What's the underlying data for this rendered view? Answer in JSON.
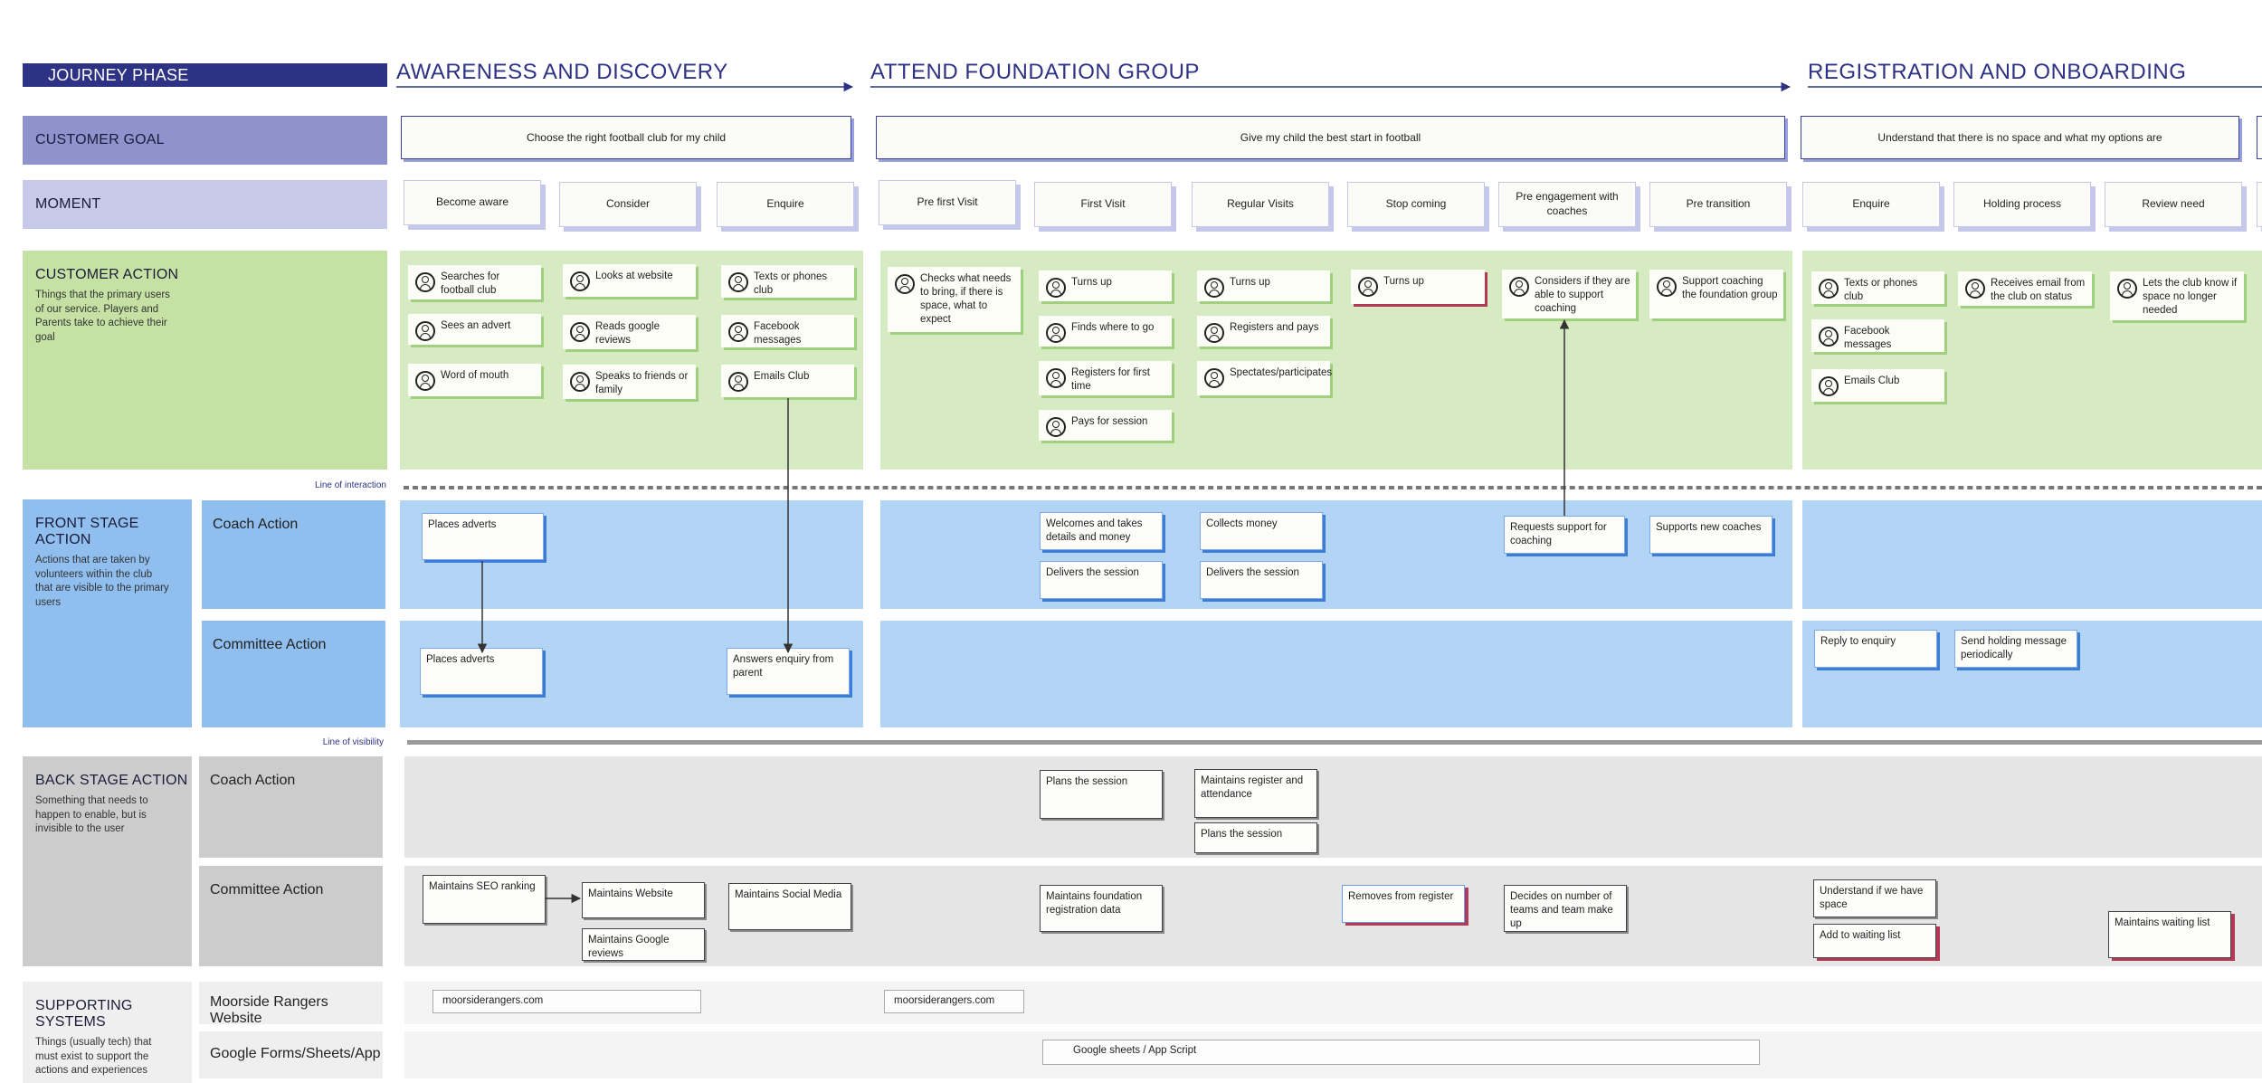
{
  "header": {
    "journey_phase": "JOURNEY PHASE"
  },
  "phases": [
    {
      "title": "AWARENESS AND DISCOVERY"
    },
    {
      "title": "ATTEND FOUNDATION GROUP"
    },
    {
      "title": "REGISTRATION AND ONBOARDING"
    }
  ],
  "rows": {
    "customer_goal": {
      "title": "CUSTOMER GOAL"
    },
    "moment": {
      "title": "MOMENT"
    },
    "customer_action": {
      "title": "CUSTOMER ACTION",
      "desc": "Things that the primary users of our service.  Players and Parents take to achieve their goal"
    },
    "front_stage": {
      "title": "FRONT STAGE ACTION",
      "desc": "Actions that are taken by volunteers within the club that are visible to the primary users",
      "sub1": "Coach Action",
      "sub2": "Committee Action"
    },
    "back_stage": {
      "title": "BACK STAGE ACTION",
      "desc": "Something that needs to happen to enable, but is invisible to the user",
      "sub1": "Coach Action",
      "sub2": "Committee Action"
    },
    "supporting": {
      "title": "SUPPORTING SYSTEMS",
      "desc": "Things (usually tech) that must exist to support the actions and experiences",
      "sub1": "Moorside Rangers Website",
      "sub2": "Google Forms/Sheets/App"
    }
  },
  "lines": {
    "interaction": "Line of interaction",
    "visibility": "Line of visibility"
  },
  "goals": [
    "Choose the right football club for my child",
    "Give my child the best start in football",
    "Understand that there is no space and what my options are"
  ],
  "moments": [
    "Become aware",
    "Consider",
    "Enquire",
    "Pre first Visit",
    "First Visit",
    "Regular Visits",
    "Stop coming",
    "Pre engagement with coaches",
    "Pre transition",
    "Enquire",
    "Holding process",
    "Review need"
  ],
  "customer_actions": {
    "become_aware": [
      "Searches for football club",
      "Sees an advert",
      "Word of mouth"
    ],
    "consider": [
      "Looks at website",
      "Reads google reviews",
      "Speaks to friends or family"
    ],
    "enquire": [
      "Texts or phones club",
      "Facebook messages",
      "Emails Club"
    ],
    "pre_first_visit": [
      "Checks what needs to bring, if there is space, what to expect"
    ],
    "first_visit": [
      "Turns up",
      "Finds where to go",
      "Registers for first time",
      "Pays for session"
    ],
    "regular_visits": [
      "Turns up",
      "Registers and pays",
      "Spectates/participates"
    ],
    "stop_coming": [
      "Turns up"
    ],
    "pre_engagement": [
      "Considers if they are able to support coaching"
    ],
    "pre_transition": [
      "Support coaching the foundation group"
    ],
    "enquire2": [
      "Texts or phones club",
      "Facebook messages",
      "Emails Club"
    ],
    "holding": [
      "Receives email from the club on status"
    ],
    "review": [
      "Lets the club know if space no longer needed"
    ]
  },
  "front_coach": [
    "Places adverts",
    "Welcomes and takes details and money",
    "Delivers the session",
    "Collects money",
    "Delivers the session",
    "Requests support for coaching",
    "Supports new coaches"
  ],
  "front_committee": [
    "Places adverts",
    "Answers enquiry from parent",
    "Reply to enquiry",
    "Send holding message periodically"
  ],
  "back_coach": [
    "Plans the session",
    "Maintains register and attendance",
    "Plans the session"
  ],
  "back_committee": [
    "Maintains SEO ranking",
    "Maintains Website",
    "Maintains Google reviews",
    "Maintains Social Media",
    "Maintains foundation registration data",
    "Removes from register",
    "Decides on number of teams and team make up",
    "Understand if we have space",
    "Add to waiting list",
    "Maintains waiting list"
  ],
  "systems": {
    "website1": "moorsiderangers.com",
    "website2": "moorsiderangers.com",
    "google": "Google sheets / App Script"
  },
  "colors": {
    "phase": "#2e3285",
    "goal_row": "#8e93cd",
    "moment_row": "#c7c9ea",
    "customer_row": "#c5e2a4",
    "front_row": "#8fbeef",
    "back_row": "#cccccc",
    "support_row": "#efefef"
  }
}
